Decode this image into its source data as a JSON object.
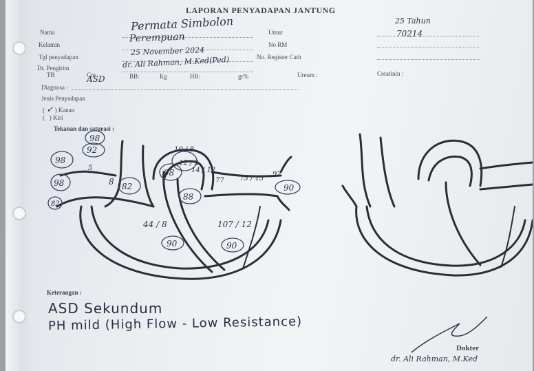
{
  "form": {
    "title": "LAPORAN PENYADAPAN JANTUNG",
    "labels": {
      "nama": "Nama",
      "kelamin": "Kelamin",
      "tgl": "Tgl penyadapan",
      "pengirim": "Dr. Pengirim",
      "umur": "Umur",
      "norm": "No RM",
      "noreg": "No. Register Cath",
      "tb": "TB",
      "cm": "Cm",
      "bb": "BB:",
      "kg": "Kg",
      "hb": "HB:",
      "gr": "gr%",
      "ureum": "Ureum :",
      "creatinin": "Creatinin :",
      "diagnosa": "Diagnosa :",
      "jenis": "Jenis Penyadapan",
      "kanan": "Kanan",
      "kiri": "Kiri",
      "tekanan": "Tekanan dan saturasi :",
      "keterangan": "Keterangan :",
      "dokter": "Dokter"
    }
  },
  "handwriting": {
    "nama": "Permata Simbolon",
    "kelamin": "Perempuan",
    "tgl": "25 November 2024",
    "pengirim": "dr. Ali Rahman, M.Ked(Ped)",
    "umur": "25 Tahun",
    "norm": "70214",
    "diagnosa": "ASD",
    "kanan_mark": "✓",
    "keterangan_line1": "ASD Sekundum",
    "keterangan_line2": "PH mild (High Flow - Low Resistance)",
    "dokter_name": "dr. Ali Rahman, M.Ked"
  },
  "diagram": {
    "values": {
      "v98a": "98",
      "v92": "92",
      "v98b": "98",
      "v98c": "98",
      "v82": "82",
      "v82b": "82",
      "v10_8": "10 / 8",
      "p12_2": "12 / 2",
      "v98d": "98",
      "v14_12": "14 / 12",
      "v88": "88",
      "v77": "77",
      "v73_15": "75 / 15",
      "v92b": "92",
      "v90a": "90",
      "v44_8": "44 / 8",
      "v90b": "90",
      "v107_12": "107 / 12",
      "v90c": "90",
      "v5": "5",
      "v8": "8"
    }
  }
}
